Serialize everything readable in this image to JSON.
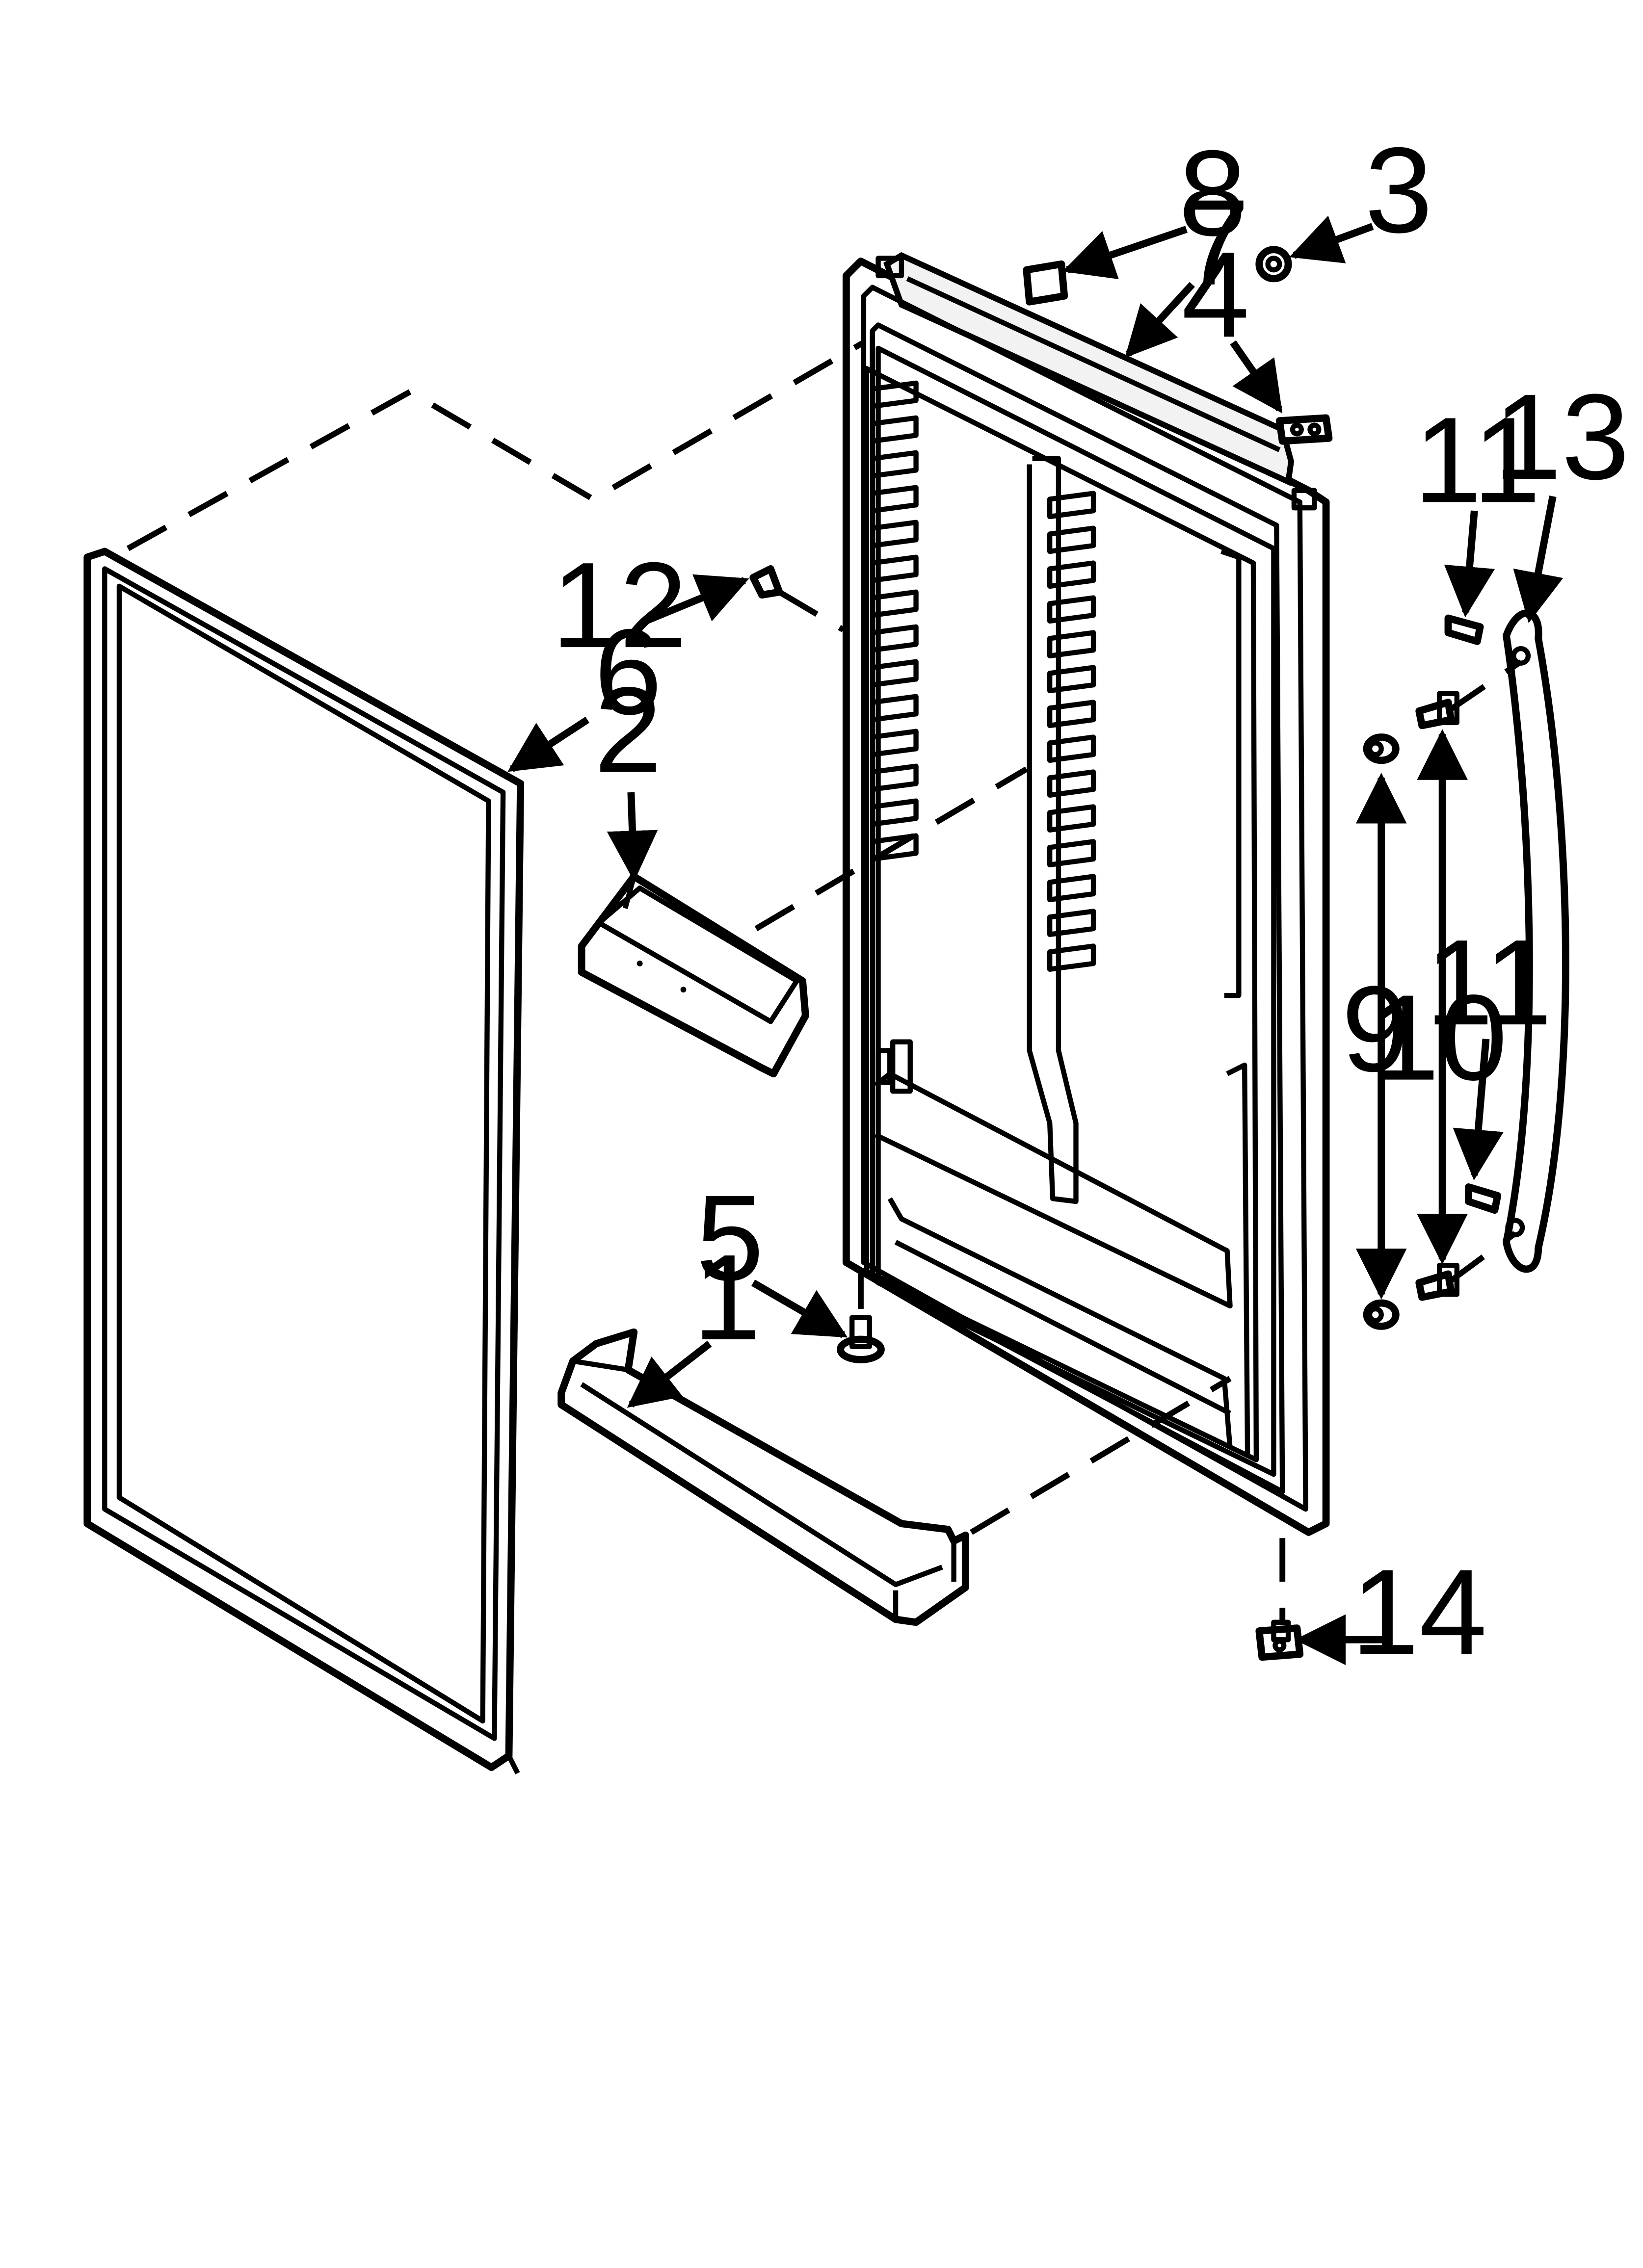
{
  "diagram": {
    "callouts": {
      "c1": "1",
      "c2": "2",
      "c3": "3",
      "c4": "4",
      "c5": "5",
      "c6": "6",
      "c7": "7",
      "c8": "8",
      "c9": "9",
      "c10": "10",
      "c11a": "11",
      "c11b": "11",
      "c12": "12",
      "c13": "13",
      "c14": "14"
    }
  }
}
